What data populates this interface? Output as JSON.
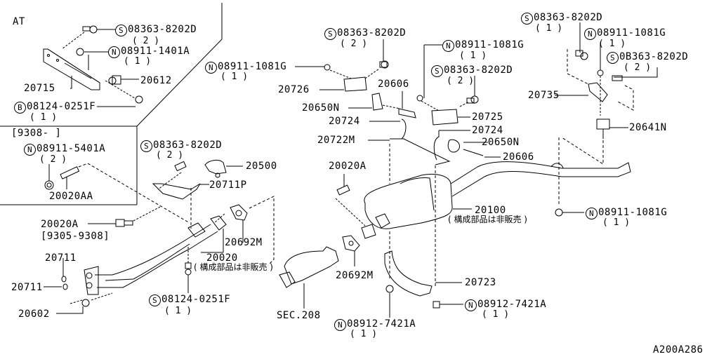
{
  "diagram": {
    "code": "A200A286",
    "colors": {
      "ink": "#000000",
      "paper": "#ffffff"
    },
    "inset_at": {
      "title": "AT",
      "labels": {
        "bolt_top": {
          "prefix": "S",
          "part": "08363-8202D",
          "qty": "( 2 )"
        },
        "nut": {
          "prefix": "N",
          "part": "08911-1401A",
          "qty": "( 1 )"
        },
        "bracket": {
          "part": "20715"
        },
        "clamp": {
          "part": "20612"
        },
        "bolt_bottom": {
          "prefix": "B",
          "part": "08124-0251F",
          "qty": "( 1 )"
        }
      }
    },
    "inset_9308": {
      "title": "[9308-     ]",
      "labels": {
        "nut": {
          "prefix": "N",
          "part": "08911-5401A",
          "qty": "( 2 )"
        },
        "stud": {
          "part": "20020AA"
        }
      }
    },
    "front_pipe": {
      "bolt_bracket": {
        "prefix": "S",
        "part": "08363-8202D",
        "qty": "( 2 )"
      },
      "heat_shield": {
        "part": "20500"
      },
      "bracket": {
        "part": "20711P"
      },
      "stud": {
        "part": "20020A",
        "range": "[9305-9308]"
      },
      "gasket": {
        "part": "20692M"
      },
      "pipe": {
        "part": "20020",
        "note": "( 構成部品は非販売 )"
      },
      "ring_upper": {
        "part": "20711"
      },
      "ring_lower": {
        "part": "20711"
      },
      "nut": {
        "part": "20602"
      },
      "bolt_bottom": {
        "prefix": "S",
        "part": "08124-0251F",
        "qty": "( 1 )"
      }
    },
    "center": {
      "nut_left": {
        "prefix": "N",
        "part": "08911-1081G",
        "qty": "( 1 )"
      },
      "bolt_left": {
        "prefix": "S",
        "part": "08363-8202D",
        "qty": "( 2 )"
      },
      "bracket_left": {
        "part": "20726"
      },
      "insulator_left": {
        "part": "20650N"
      },
      "hook_left": {
        "part": "20724"
      },
      "pipe_left": {
        "part": "20606"
      },
      "clamp": {
        "part": "20722M"
      },
      "nut_mid": {
        "prefix": "N",
        "part": "08911-1081G",
        "qty": "( 1 )"
      },
      "bolt_mid": {
        "prefix": "S",
        "part": "08363-8202D",
        "qty": "( 2 )"
      },
      "bracket_mid": {
        "part": "20725"
      },
      "hook_mid": {
        "part": "20724"
      },
      "insulator_mid": {
        "part": "20650N"
      },
      "pipe_mid": {
        "part": "20606"
      },
      "stud": {
        "part": "20020A"
      },
      "muffler": {
        "part": "20100",
        "note": "( 構成部品は非販売 )"
      },
      "gasket": {
        "part": "20692M"
      },
      "catalyst": {
        "part": "SEC.208"
      },
      "bracket_lower": {
        "part": "20723"
      },
      "nut_lower_left": {
        "prefix": "N",
        "part": "08912-7421A",
        "qty": "( 1 )"
      },
      "nut_lower_right": {
        "prefix": "N",
        "part": "08912-7421A",
        "qty": "( 1 )"
      }
    },
    "rear": {
      "bolt_top": {
        "prefix": "S",
        "part": "08363-8202D",
        "qty": "( 1 )"
      },
      "nut_top": {
        "prefix": "N",
        "part": "08911-1081G",
        "qty": "( 1 )"
      },
      "bolt_side": {
        "prefix": "S",
        "part": "0B363-8202D",
        "qty": "( 2 )"
      },
      "bracket": {
        "part": "20735"
      },
      "hanger": {
        "part": "20641N"
      },
      "nut_tail": {
        "prefix": "N",
        "part": "08911-1081G",
        "qty": "( 1 )"
      }
    }
  }
}
